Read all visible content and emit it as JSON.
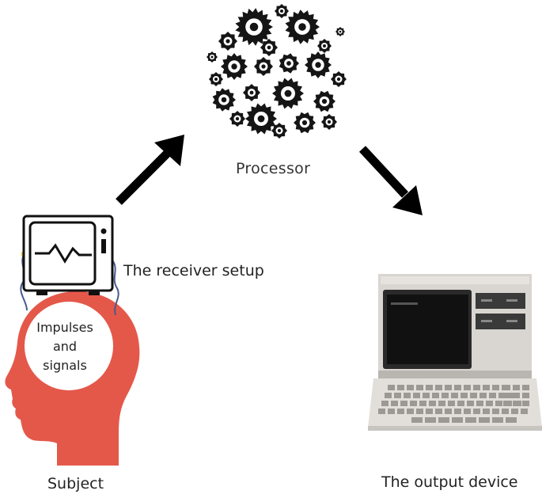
{
  "nodes": {
    "processor": {
      "label": "Processor",
      "icon": "gears-icon"
    },
    "receiver": {
      "label": "The receiver setup",
      "icon": "monitor-device-icon"
    },
    "subject": {
      "label": "Subject",
      "icon": "head-icon",
      "inner_lines": [
        "Impulses",
        "and",
        "signals"
      ]
    },
    "output": {
      "label": "The output device",
      "icon": "computer-icon"
    }
  },
  "colors": {
    "head": "#e4584a",
    "arrow": "#000000",
    "device_body": "#d9d6d2",
    "screen": "#1c1c1c",
    "wire": "#4a5a8c"
  }
}
